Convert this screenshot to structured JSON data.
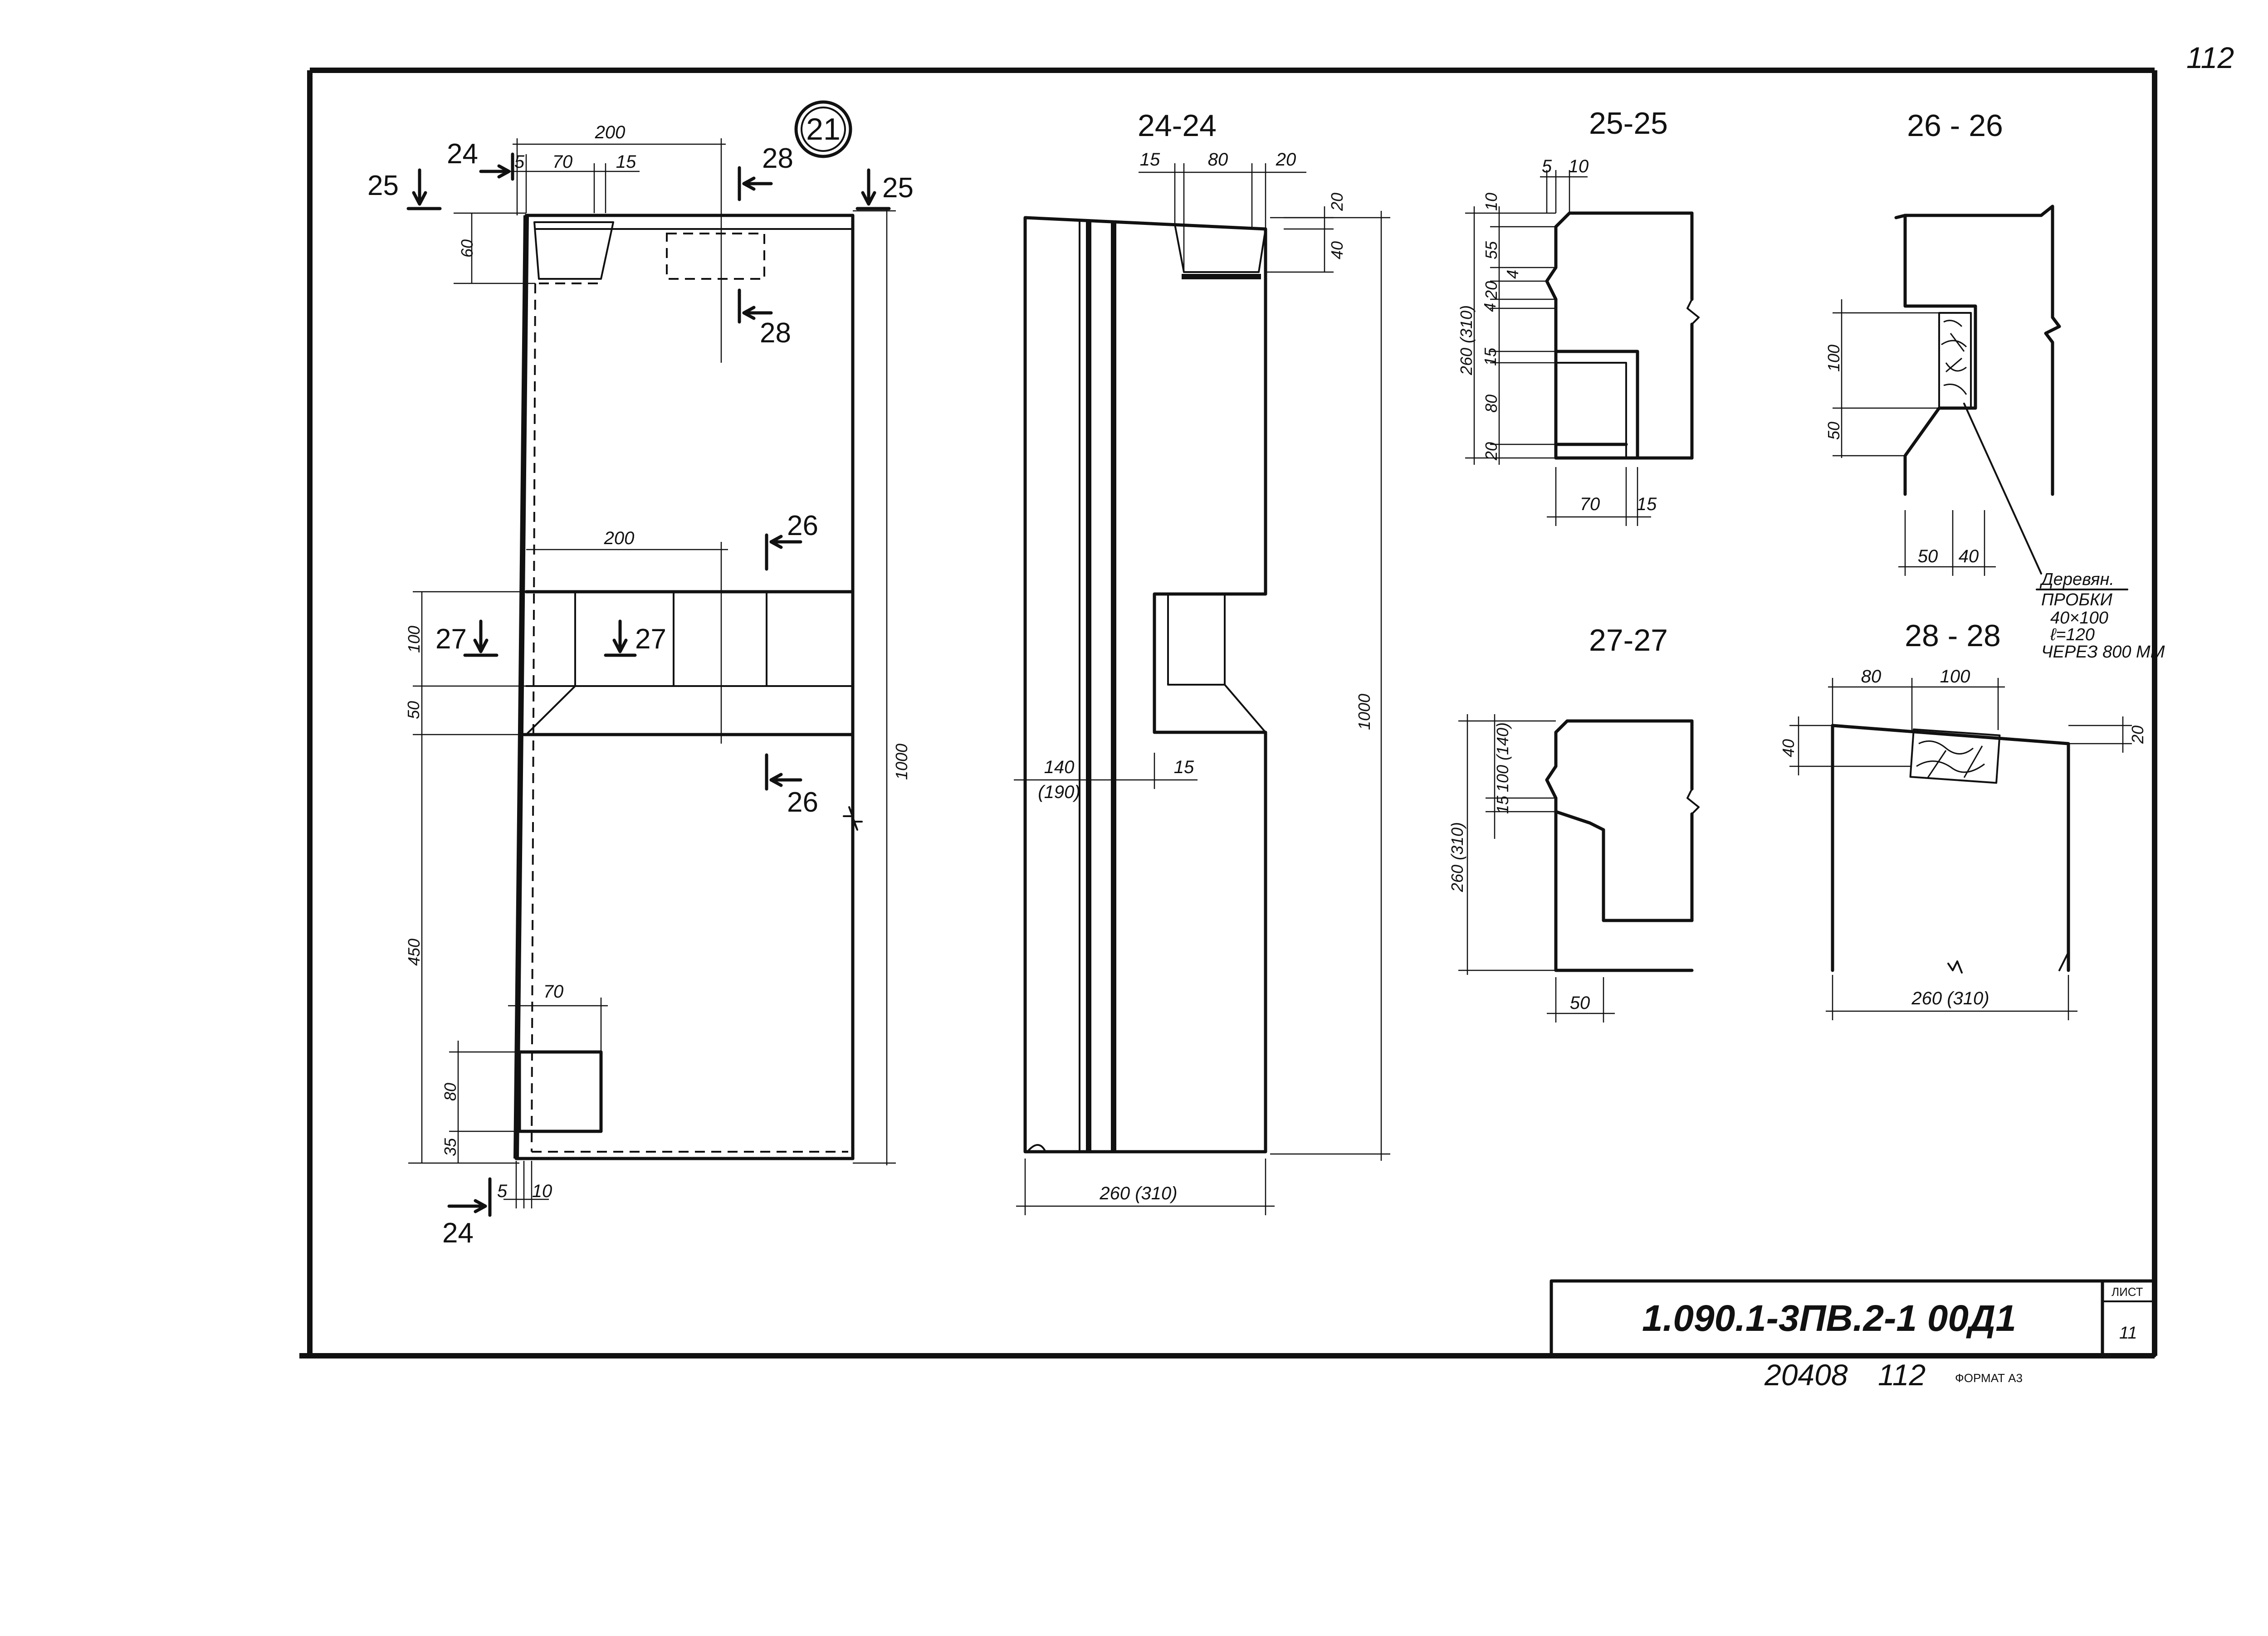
{
  "sheet": {
    "page_number_handwritten": "112",
    "doc_code": "1.090.1-3ПВ.2-1  00Д1",
    "sheet_label": "ЛИСТ",
    "sheet_number": "11",
    "inventory_number": "20408",
    "copy_number": "112",
    "format_label": "ФОРМАТ А3"
  },
  "markers": {
    "detail_number": "21"
  },
  "front_view": {
    "cut_24": "24",
    "cut_25": "25",
    "cut_26": "26",
    "cut_27": "27",
    "cut_28": "28",
    "dims": {
      "top_200": "200",
      "top_5": "5",
      "top_70": "70",
      "top_15": "15",
      "left_60": "60",
      "mid_200": "200",
      "left_100": "100",
      "left_50": "50",
      "left_450": "450",
      "right_1000": "1000",
      "bot_70": "70",
      "left_80": "80",
      "left_35": "35",
      "bot_5": "5",
      "bot_10": "10"
    }
  },
  "section_24": {
    "title": "24-24",
    "dims": {
      "top_15": "15",
      "top_80": "80",
      "top_20": "20",
      "right_20": "20",
      "right_40": "40",
      "right_1000": "1000",
      "mid_140": "140",
      "mid_190": "(190)",
      "mid_15": "15",
      "bot_260": "260 (310)"
    }
  },
  "section_25": {
    "title": "25-25",
    "dims": {
      "top_5": "5",
      "top_10": "10",
      "v_10": "10",
      "v_55": "55",
      "v_4a": "4",
      "v_20": "20",
      "v_4b": "4",
      "v_15": "15",
      "v_80": "80",
      "v_20b": "20",
      "v_260": "260 (310)",
      "bot_70": "70",
      "bot_15": "15"
    }
  },
  "section_26": {
    "title": "26 - 26",
    "dims": {
      "v_100": "100",
      "v_50": "50",
      "bot_50": "50",
      "bot_40": "40"
    },
    "note": {
      "line1": "Деревян.",
      "line2": "ПРОБКИ",
      "line3": "40×100",
      "line4": "ℓ=120",
      "line5": "ЧЕРЕЗ 800 ММ"
    }
  },
  "section_27": {
    "title": "27-27",
    "dims": {
      "v_100": "100 (140)",
      "v_15": "15",
      "v_260": "260 (310)",
      "bot_50": "50"
    }
  },
  "section_28": {
    "title": "28 - 28",
    "dims": {
      "top_80": "80",
      "top_100": "100",
      "left_40": "40",
      "right_20": "20",
      "bot_260": "260 (310)"
    }
  }
}
